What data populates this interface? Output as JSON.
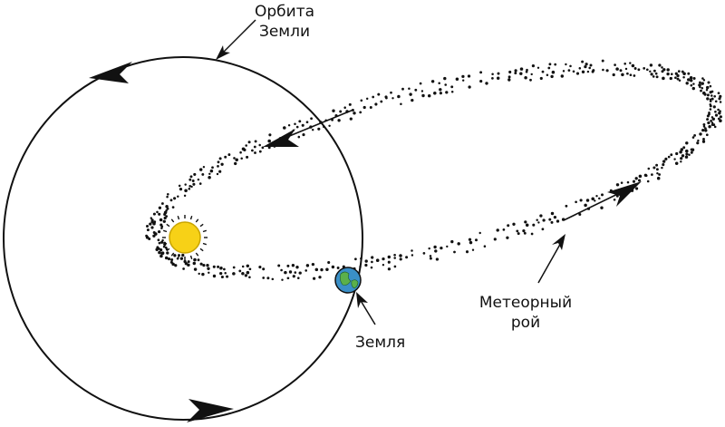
{
  "labels": {
    "earth_orbit": [
      "Орбита",
      "Земли"
    ],
    "meteor_shower": [
      "Метеорный",
      "рой"
    ],
    "earth": "Земля"
  },
  "colors": {
    "line": "#111111",
    "sun_fill": "#f7d117",
    "sun_stroke": "#c9a400",
    "earth_ocean": "#3a8fc7",
    "earth_land": "#5bb04a"
  }
}
